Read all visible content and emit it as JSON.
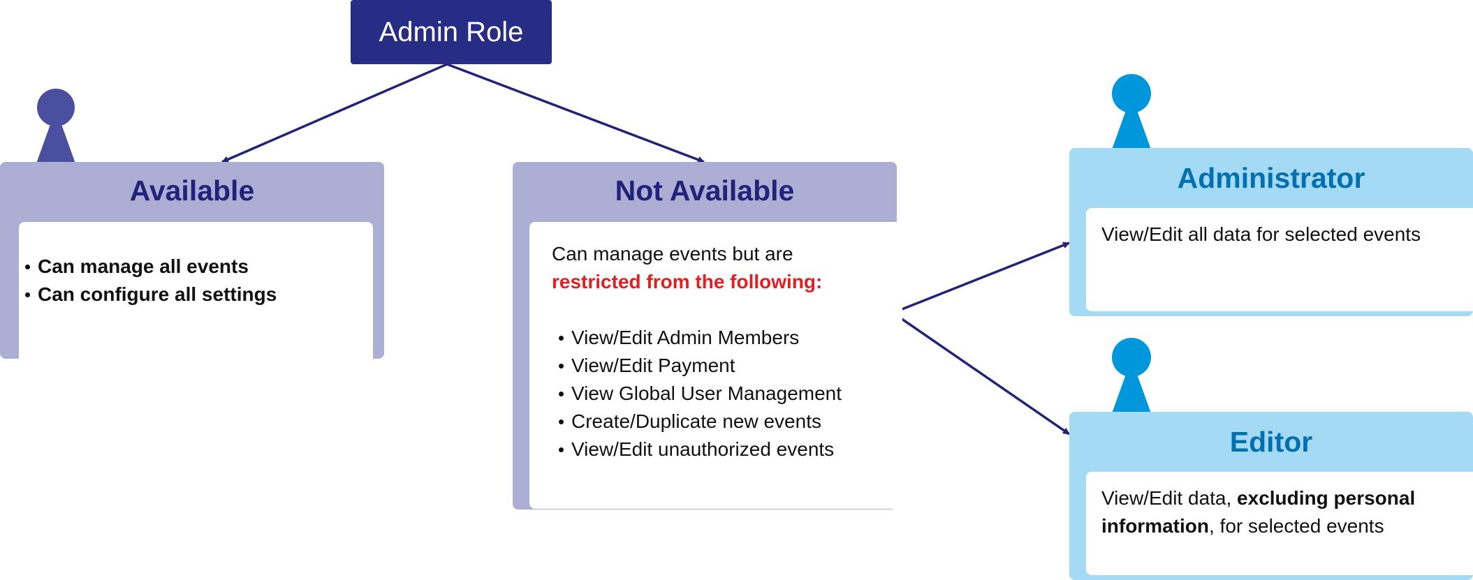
{
  "root": {
    "label": "Admin Role"
  },
  "available": {
    "title": "Available",
    "items": [
      "Can manage all events",
      "Can configure all settings"
    ]
  },
  "not_available": {
    "title": "Not Available",
    "intro": "Can manage events but are",
    "restricted": "restricted from the following:",
    "items": [
      "View/Edit Admin Members",
      "View/Edit Payment",
      "View Global User Management",
      "Create/Duplicate new events",
      "View/Edit unauthorized events"
    ]
  },
  "administrator": {
    "title": "Administrator",
    "description": "View/Edit all data for selected events"
  },
  "editor": {
    "title": "Editor",
    "desc_prefix": "View/Edit data, ",
    "desc_bold": "excluding personal information",
    "desc_suffix": ", for selected events"
  },
  "colors": {
    "root_fill": "#272c84",
    "purple_panel": "#acaed4",
    "purple_title": "#22227a",
    "purple_person": "#4b4fa0",
    "blue_panel": "#a4daf4",
    "blue_title": "#0070b0",
    "blue_person": "#0096dc",
    "restricted_text": "#e02020",
    "connector": "#222277"
  },
  "icons": [
    "person-icon"
  ]
}
